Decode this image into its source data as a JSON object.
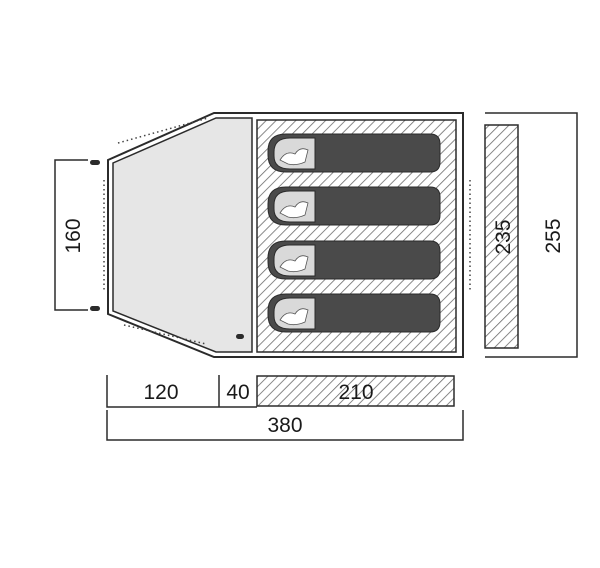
{
  "diagram": {
    "dimensions": {
      "vestibule_length": "120",
      "gap_length": "40",
      "inner_tent_length": "210",
      "total_length": "380",
      "entrance_width": "160",
      "inner_tent_width": "235",
      "total_width": "255"
    },
    "sleeping_bags": [
      {
        "icon": "sleeping-bag-icon"
      },
      {
        "icon": "sleeping-bag-icon"
      },
      {
        "icon": "sleeping-bag-icon"
      },
      {
        "icon": "sleeping-bag-icon"
      }
    ],
    "colors": {
      "outline": "#2b2b2b",
      "vestibule_fill": "#e6e6e6",
      "sleeping_bag_fill": "#4a4a4a",
      "hatch": "#6b6b6b"
    }
  }
}
